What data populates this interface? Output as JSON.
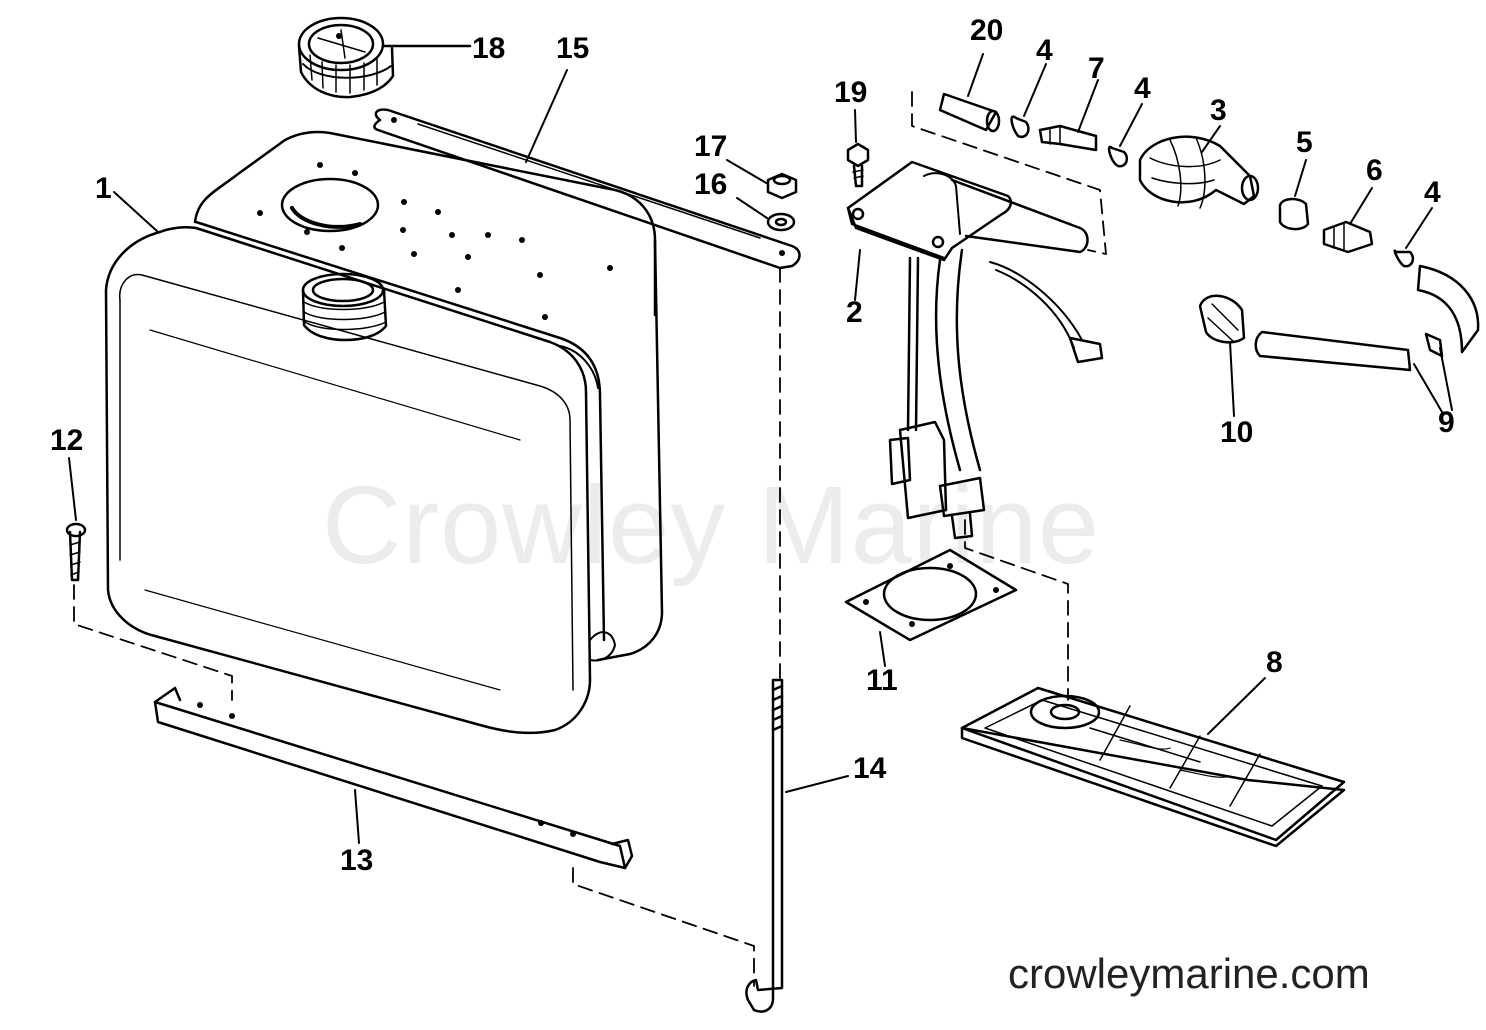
{
  "diagram": {
    "watermark": "Crowley Marine",
    "site": "crowleymarine.com",
    "callouts": [
      {
        "id": "c1",
        "label": "1"
      },
      {
        "id": "c2",
        "label": "2"
      },
      {
        "id": "c3",
        "label": "3"
      },
      {
        "id": "c4a",
        "label": "4"
      },
      {
        "id": "c4b",
        "label": "4"
      },
      {
        "id": "c4c",
        "label": "4"
      },
      {
        "id": "c5",
        "label": "5"
      },
      {
        "id": "c6",
        "label": "6"
      },
      {
        "id": "c7",
        "label": "7"
      },
      {
        "id": "c8",
        "label": "8"
      },
      {
        "id": "c9",
        "label": "9"
      },
      {
        "id": "c10",
        "label": "10"
      },
      {
        "id": "c11",
        "label": "11"
      },
      {
        "id": "c12",
        "label": "12"
      },
      {
        "id": "c13",
        "label": "13"
      },
      {
        "id": "c14",
        "label": "14"
      },
      {
        "id": "c15",
        "label": "15"
      },
      {
        "id": "c16",
        "label": "16"
      },
      {
        "id": "c17",
        "label": "17"
      },
      {
        "id": "c18",
        "label": "18"
      },
      {
        "id": "c19",
        "label": "19"
      },
      {
        "id": "c20",
        "label": "20"
      }
    ]
  }
}
